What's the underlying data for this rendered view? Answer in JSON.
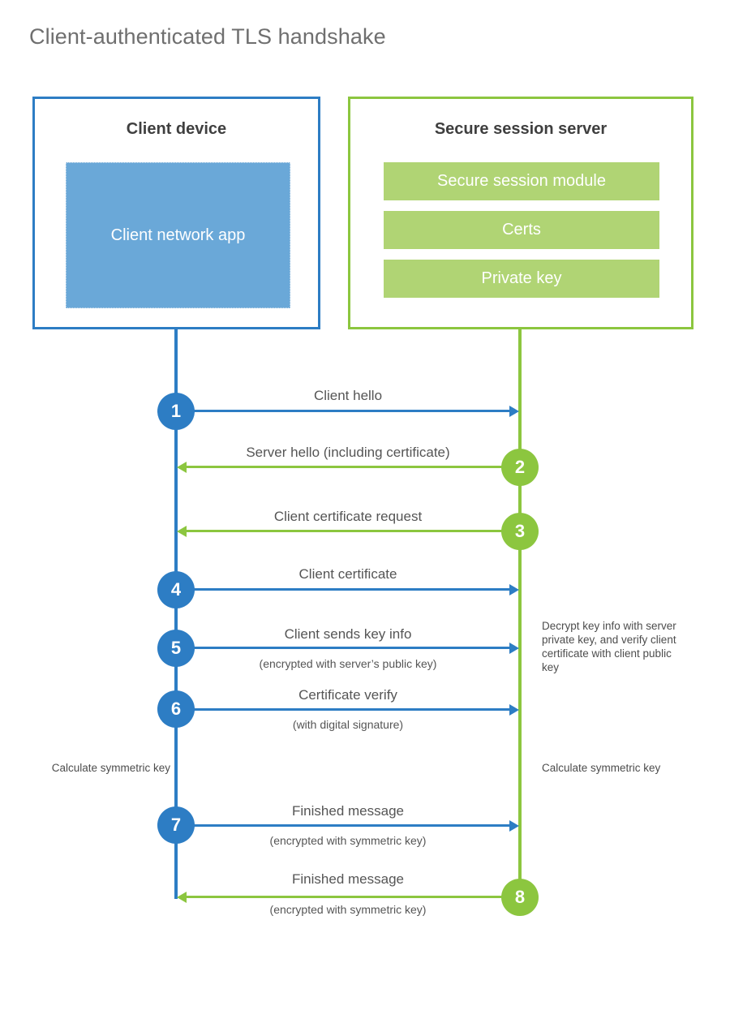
{
  "title": "Client-authenticated TLS handshake",
  "colors": {
    "client_blue": "#2d7dc4",
    "client_app_fill": "#6aa8d8",
    "server_green": "#8cc63f",
    "server_bar_fill": "#b0d474",
    "title_gray": "#6f6f6f",
    "label_gray": "#555555"
  },
  "actors": {
    "client": {
      "title": "Client device",
      "app_label": "Client network app"
    },
    "server": {
      "title": "Secure session server",
      "modules": [
        "Secure session module",
        "Certs",
        "Private key"
      ]
    }
  },
  "steps": [
    {
      "number": "1",
      "label": "Client hello",
      "sub": "",
      "direction": "client-to-server",
      "side": "client"
    },
    {
      "number": "2",
      "label": "Server hello (including certificate)",
      "sub": "",
      "direction": "server-to-client",
      "side": "server"
    },
    {
      "number": "3",
      "label": "Client certificate request",
      "sub": "",
      "direction": "server-to-client",
      "side": "server"
    },
    {
      "number": "4",
      "label": "Client certificate",
      "sub": "",
      "direction": "client-to-server",
      "side": "client"
    },
    {
      "number": "5",
      "label": "Client sends key info",
      "sub": "(encrypted with server’s public key)",
      "direction": "client-to-server",
      "side": "client"
    },
    {
      "number": "6",
      "label": "Certificate verify",
      "sub": "(with digital signature)",
      "direction": "client-to-server",
      "side": "client"
    },
    {
      "number": "7",
      "label": "Finished message",
      "sub": "(encrypted with symmetric key)",
      "direction": "client-to-server",
      "side": "client"
    },
    {
      "number": "8",
      "label": "Finished message",
      "sub": "(encrypted with symmetric key)",
      "direction": "server-to-client",
      "side": "server"
    }
  ],
  "notes": {
    "server_decrypt": "Decrypt key info with server private key, and verify client certificate with client public key",
    "client_calculate": "Calculate symmetric key",
    "server_calculate": "Calculate symmetric key"
  }
}
